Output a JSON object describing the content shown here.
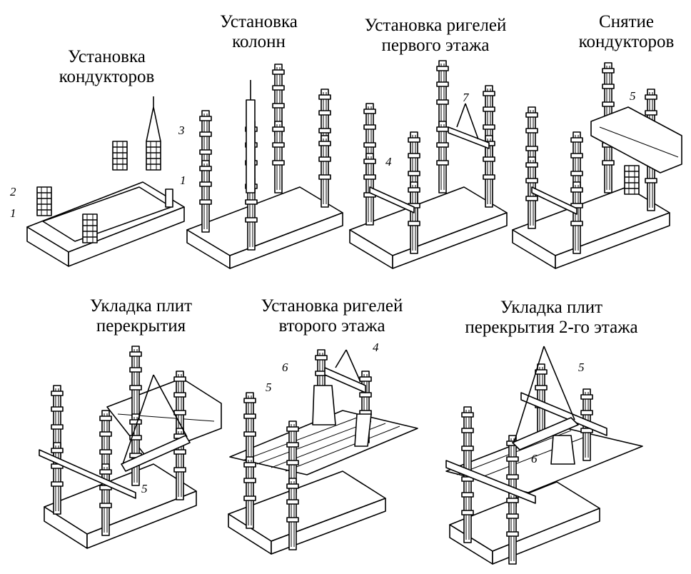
{
  "captions": {
    "p1": [
      "Установка",
      "кондукторов"
    ],
    "p2": [
      "Установка",
      "колонн"
    ],
    "p3": [
      "Установка ригелей",
      "первого этажа"
    ],
    "p4": [
      "Снятие",
      "кондукторов"
    ],
    "p5": [
      "Укладка плит",
      "перекрытия"
    ],
    "p6": [
      "Установка ригелей",
      "второго этажа"
    ],
    "p7": [
      "Укладка плит",
      "перекрытия 2-го этажа"
    ]
  },
  "labels": {
    "n1": "1",
    "n2": "2",
    "n3": "3",
    "n4": "4",
    "n5": "5",
    "n6": "6",
    "n7": "7"
  },
  "colors": {
    "line": "#000000",
    "paper": "#ffffff"
  }
}
